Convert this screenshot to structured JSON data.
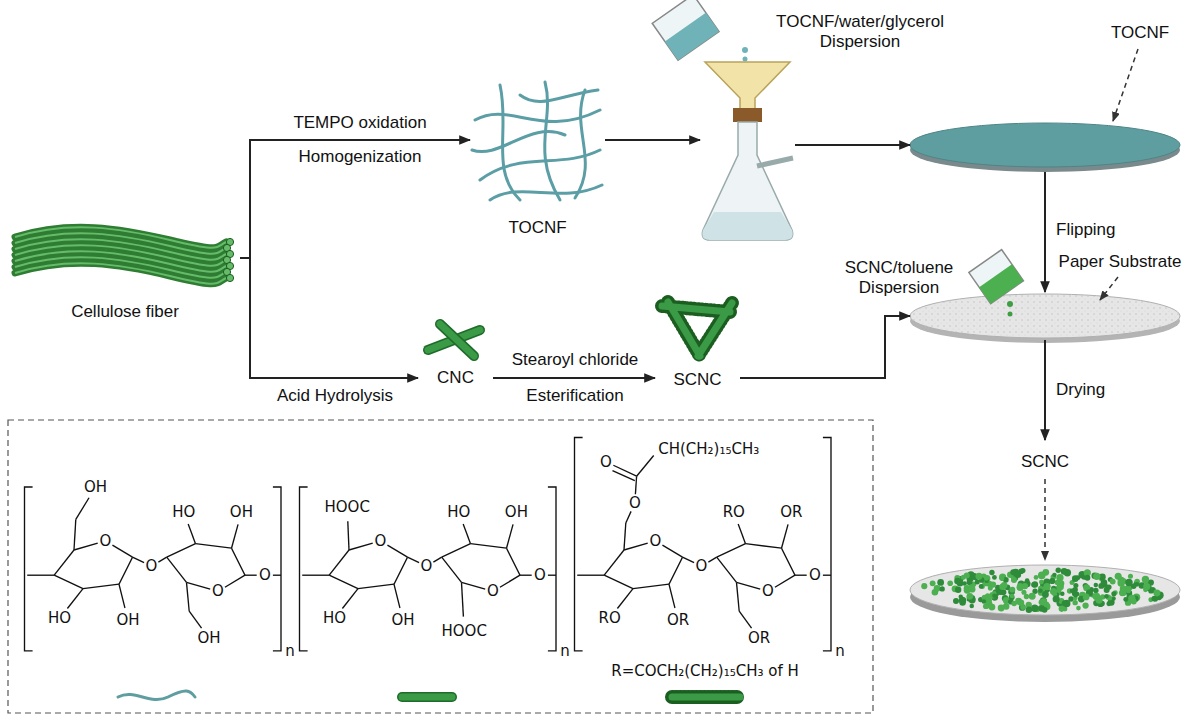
{
  "diagram": {
    "nodes": [
      {
        "text": [
          "Cellulose fiber"
        ]
      },
      {
        "text": [
          "TOCNF"
        ]
      },
      {
        "text": [
          "TOCNF/water/glycerol Dispersion"
        ]
      },
      {
        "text": [
          "TOCNF"
        ]
      },
      {
        "text": [
          "Paper Substrate"
        ]
      },
      {
        "text": [
          "CNC"
        ]
      },
      {
        "text": [
          "SCNC"
        ]
      },
      {
        "text": [
          "SCNC"
        ]
      }
    ],
    "edges": [
      {
        "from": 0,
        "to": 1,
        "arrow": "to",
        "label": "TEMPO oxidation"
      },
      {
        "from": 0,
        "to": 5,
        "arrow": "to",
        "label": "Acid Hydrolysis"
      },
      {
        "from": 1,
        "to": 2,
        "arrow": "to"
      },
      {
        "from": 2,
        "to": 3,
        "arrow": "to"
      },
      {
        "from": 3,
        "to": 4,
        "arrow": "to",
        "label": "Flipping"
      },
      {
        "from": 5,
        "to": 6,
        "arrow": "to",
        "label": "Stearoyl chloride"
      },
      {
        "from": 6,
        "to": 4,
        "arrow": "to"
      },
      {
        "from": 4,
        "to": 7,
        "arrow": "to",
        "label": "Drying"
      }
    ],
    "labels": [
      "Homogenization",
      "Esterification",
      "SCNC/toluene Dispersion",
      "OH",
      "O",
      "HO",
      "OH",
      "O",
      "HO",
      "OH",
      "O",
      "OH",
      "O",
      "n",
      "HOOC",
      "O",
      "HO",
      "OH",
      "O",
      "HO",
      "OH",
      "O",
      "HOOC",
      "O",
      "n",
      "CH(CH₂)₁₅CH₃",
      "O",
      "O",
      "O",
      "RO",
      "OR",
      "O",
      "RO",
      "OR",
      "O",
      "OR",
      "O",
      "n",
      "R=COCH₂(CH₂)₁₅CH₃ of H"
    ]
  }
}
